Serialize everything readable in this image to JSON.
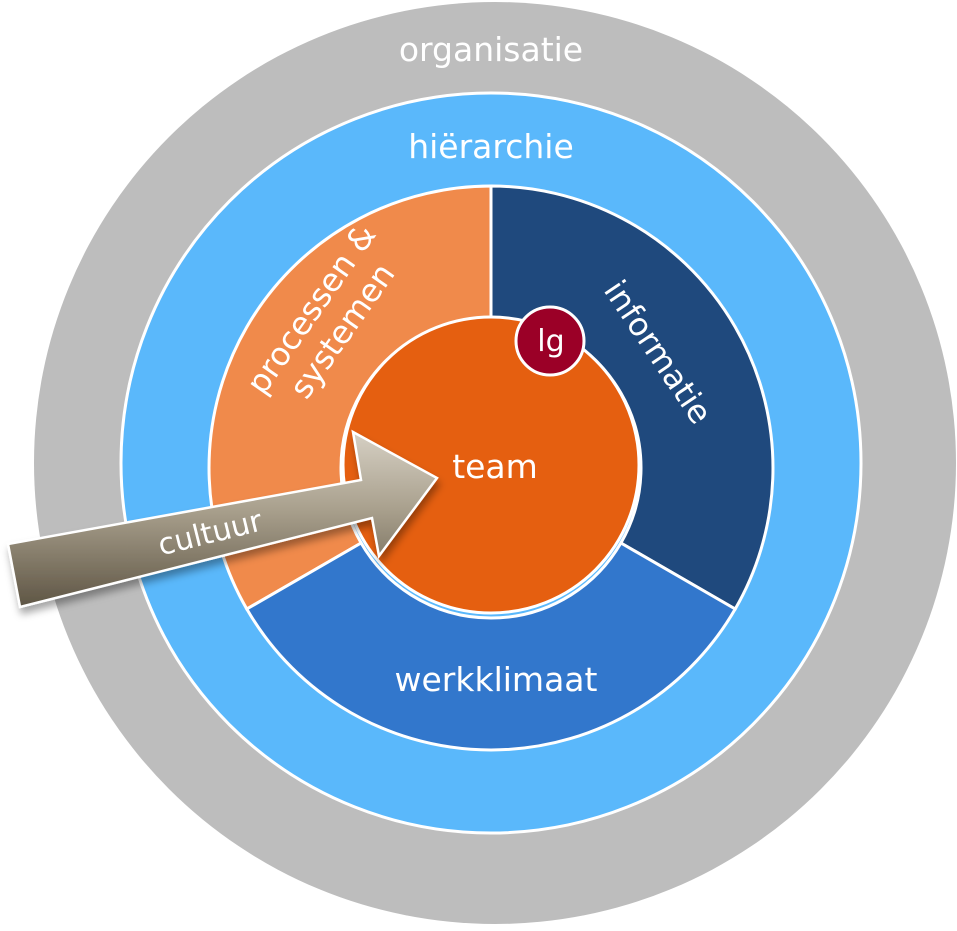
{
  "layers": {
    "outer": {
      "label": "organisatie",
      "color": "#bdbdbd"
    },
    "second": {
      "label": "hiërarchie",
      "color": "#5ab8fb"
    },
    "segments": {
      "left": {
        "line1": "processen &",
        "line2": "systemen",
        "color": "#f08a4b"
      },
      "right": {
        "label": "informatie",
        "color": "#1f497d"
      },
      "bottom": {
        "label": "werkklimaat",
        "color": "#3277cc"
      }
    },
    "core": {
      "label": "team",
      "color": "#e55f10"
    }
  },
  "badge": {
    "label": "lg",
    "color": "#9b0027"
  },
  "arrow": {
    "label": "cultuur"
  }
}
